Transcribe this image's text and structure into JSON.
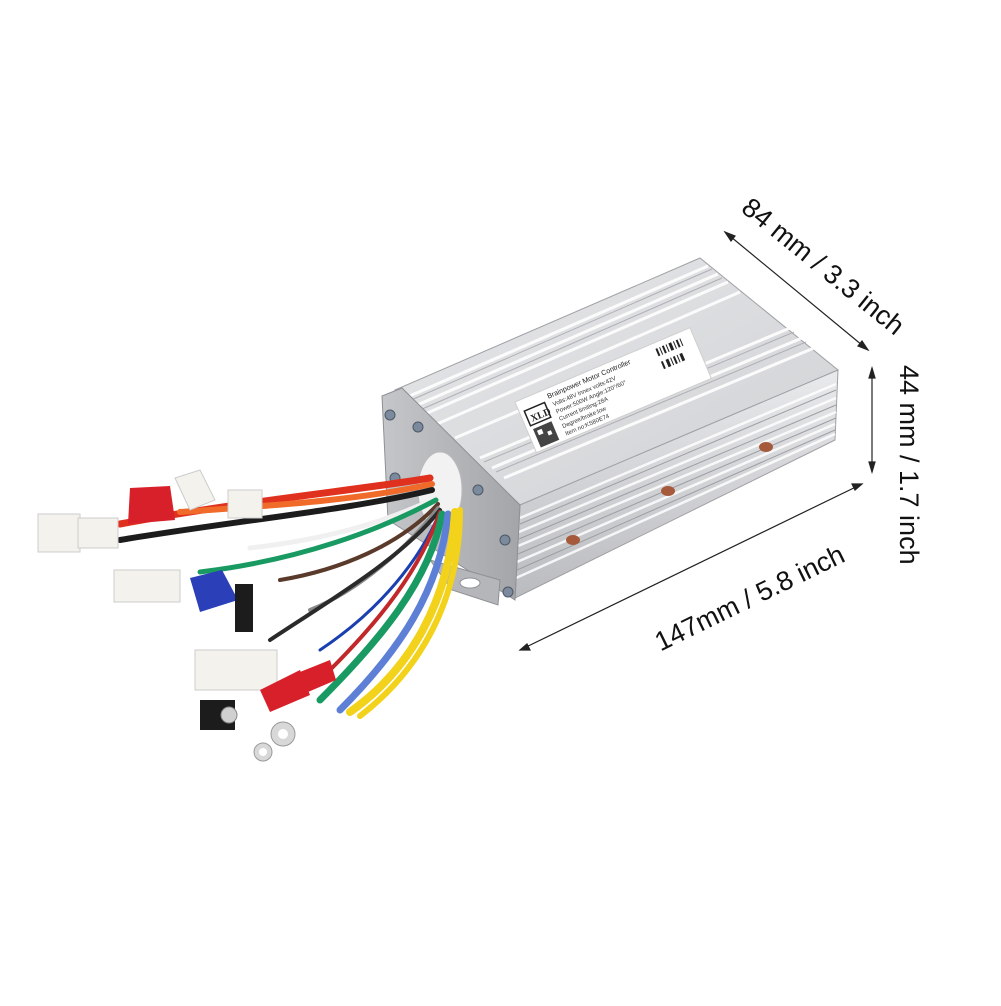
{
  "image": {
    "subject": "Brushless motor controller with wiring harness",
    "background_color": "#ffffff"
  },
  "dimensions": {
    "width_label": "84 mm / 3.3 inch",
    "height_label": "44 mm / 1.7 inch",
    "length_label": "147mm / 5.8 inch"
  },
  "product_label": {
    "logo": "XLD",
    "title": "Brainpower Motor Controller",
    "lines": [
      "Volts:48V   Innex volts:42V",
      "Power:500W  Angle:120°/60°",
      "Current limiting:28A",
      "Degree/brake:low",
      "Item no:KS80E74"
    ]
  },
  "colors": {
    "housing": "#d9dadc",
    "housing_shadow": "#a9abae",
    "fin_highlight": "#f2f3f4",
    "wire_red": "#e0301e",
    "wire_orange": "#f06a2a",
    "wire_black": "#1c1c1c",
    "wire_green": "#1a9a63",
    "wire_blue": "#5d7fd6",
    "wire_yellow": "#f2d21a",
    "wire_white": "#f0f0f0",
    "wire_brown": "#5a3a2a",
    "wire_gray": "#8a8a8a",
    "connector_white": "#f4f2ec",
    "connector_red": "#d8202a",
    "connector_blue": "#2a3fb8",
    "dimension_line": "#222222"
  }
}
